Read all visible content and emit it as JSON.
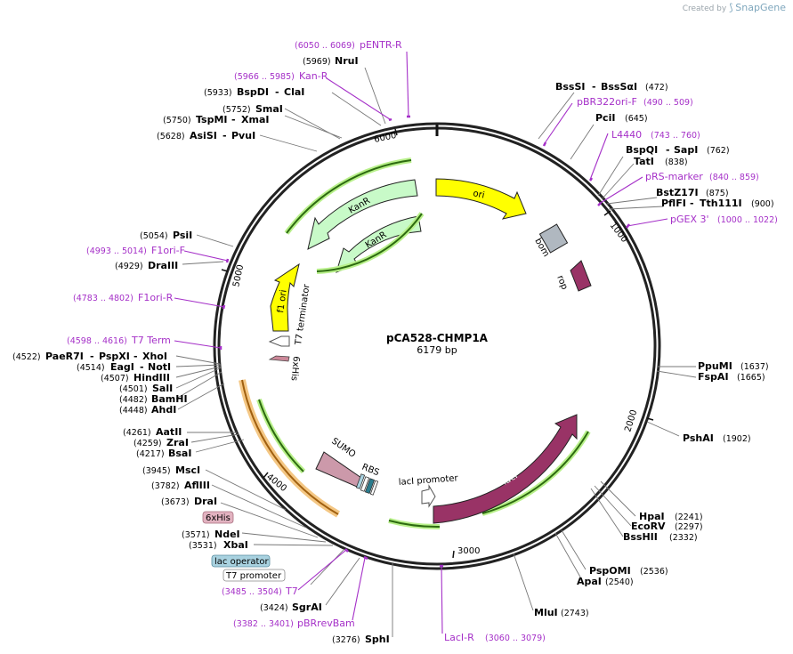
{
  "branding": {
    "created_by": "Created by",
    "app": "SnapGene"
  },
  "plasmid": {
    "name": "pCA528-CHMP1A",
    "size": "6179 bp"
  },
  "ticks": [
    "1000",
    "2000",
    "3000",
    "4000",
    "5000",
    "6000"
  ],
  "features": {
    "ori": "ori",
    "bom": "bom",
    "rop": "rop",
    "kanr_outer": "KanR",
    "kanr_inner": "KanR",
    "f1_ori": "f1 ori",
    "t7_terminator": "T7 terminator",
    "his6": "6xHis",
    "sumo": "SUMO",
    "rbs": "RBS",
    "laci_promoter": "lacI promoter",
    "laci": "lacI"
  },
  "enzymes": {
    "bsssi": {
      "name": "BssSI",
      "alt": "BssSαI",
      "pos": "(472)"
    },
    "pcii": {
      "name": "PciI",
      "pos": "(645)"
    },
    "bspqi": {
      "name": "BspQI",
      "alt": "SapI",
      "pos": "(762)"
    },
    "tati": {
      "name": "TatI",
      "pos": "(838)"
    },
    "bstz17i": {
      "name": "BstZ17I",
      "pos": "(875)"
    },
    "pflfi": {
      "name": "PflFI",
      "alt": "Tth111I",
      "pos": "(900)"
    },
    "pspumi": {
      "name": "PpuMI",
      "pos": "(1637)"
    },
    "fspai": {
      "name": "FspAI",
      "pos": "(1665)"
    },
    "pshai": {
      "name": "PshAI",
      "pos": "(1902)"
    },
    "hpai": {
      "name": "HpaI",
      "pos": "(2241)"
    },
    "ecorv": {
      "name": "EcoRV",
      "pos": "(2297)"
    },
    "bsshii": {
      "name": "BssHII",
      "pos": "(2332)"
    },
    "pspomi": {
      "name": "PspOMI",
      "pos": "(2536)"
    },
    "apai": {
      "name": "ApaI",
      "pos": "(2540)"
    },
    "mlui": {
      "name": "MluI",
      "pos": "(2743)"
    },
    "sphi": {
      "name": "SphI",
      "pos": "(3276)"
    },
    "sgrai": {
      "name": "SgrAI",
      "pos": "(3424)"
    },
    "xbai": {
      "name": "XbaI",
      "pos": "(3531)"
    },
    "ndei": {
      "name": "NdeI",
      "pos": "(3571)"
    },
    "drai": {
      "name": "DraI",
      "pos": "(3673)"
    },
    "aflii": {
      "name": "AflIII",
      "pos": "(3782)"
    },
    "msci": {
      "name": "MscI",
      "pos": "(3945)"
    },
    "bsai": {
      "name": "BsaI",
      "pos": "(4217)"
    },
    "zrai": {
      "name": "ZraI",
      "pos": "(4259)"
    },
    "aatii": {
      "name": "AatII",
      "pos": "(4261)"
    },
    "ahdi": {
      "name": "AhdI",
      "pos": "(4448)"
    },
    "bamhi": {
      "name": "BamHI",
      "pos": "(4482)"
    },
    "sali": {
      "name": "SalI",
      "pos": "(4501)"
    },
    "hindiii": {
      "name": "HindIII",
      "pos": "(4507)"
    },
    "eagi": {
      "name": "EagI",
      "alt": "NotI",
      "pos": "(4514)"
    },
    "paer7i": {
      "name": "PaeR7I",
      "alt": "PspXI",
      "alt2": "XhoI",
      "pos": "(4522)"
    },
    "draiii": {
      "name": "DraIII",
      "pos": "(4929)"
    },
    "psii": {
      "name": "PsiI",
      "pos": "(5054)"
    },
    "asisi": {
      "name": "AsiSI",
      "alt": "PvuI",
      "pos": "(5628)"
    },
    "tspmi": {
      "name": "TspMI",
      "alt": "XmaI",
      "pos": "(5750)"
    },
    "smai": {
      "name": "SmaI",
      "pos": "(5752)"
    },
    "bspdi": {
      "name": "BspDI",
      "alt": "ClaI",
      "pos": "(5933)"
    },
    "nrui": {
      "name": "NruI",
      "pos": "(5969)"
    }
  },
  "primers": {
    "pbr322ori_f": {
      "name": "pBR322ori-F",
      "range": "(490 .. 509)"
    },
    "l4440": {
      "name": "L4440",
      "range": "(743 .. 760)"
    },
    "prs_marker": {
      "name": "pRS-marker",
      "range": "(840 .. 859)"
    },
    "pgex3": {
      "name": "pGEX 3'",
      "range": "(1000 .. 1022)"
    },
    "laci_r": {
      "name": "LacI-R",
      "range": "(3060 .. 3079)"
    },
    "pbrrevbam": {
      "name": "pBRrevBam",
      "range": "(3382 .. 3401)"
    },
    "t7": {
      "name": "T7",
      "range": "(3485 .. 3504)"
    },
    "t7_term": {
      "name": "T7 Term",
      "range": "(4598 .. 4616)"
    },
    "f1ori_r": {
      "name": "F1ori-R",
      "range": "(4783 .. 4802)"
    },
    "f1ori_f": {
      "name": "F1ori-F",
      "range": "(4993 .. 5014)"
    },
    "kan_r": {
      "name": "Kan-R",
      "range": "(5966 .. 5985)"
    },
    "pentr_r": {
      "name": "pENTR-R",
      "range": "(6050 .. 6069)"
    }
  },
  "boxed_labels": {
    "his6": "6xHis",
    "lac_operator": "lac operator",
    "t7_promoter": "T7 promoter"
  },
  "colors": {
    "ori": "#ffff00",
    "kanr": "#c8fac8",
    "laci": "#993366",
    "rop": "#993366",
    "sumo": "#cc99aa",
    "bom": "#b0b8c0",
    "primer": "#a530c8",
    "his_box": "#e2b2c0",
    "lacop_box": "#a9d2e0"
  }
}
